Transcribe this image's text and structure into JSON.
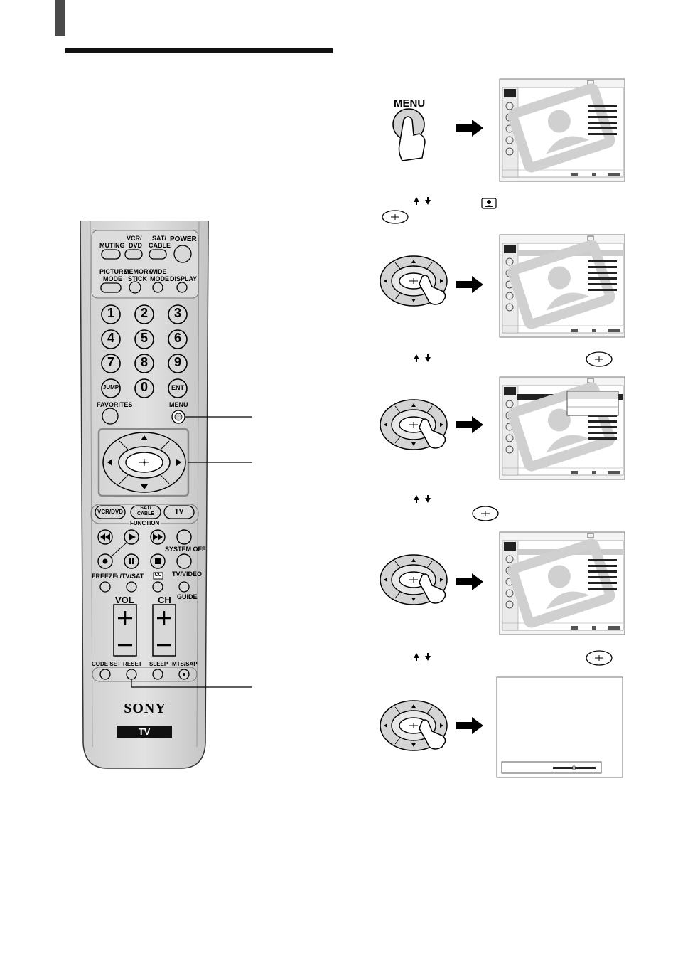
{
  "remote": {
    "brand": "SONY",
    "tv_badge": "TV",
    "buttons": {
      "muting": "MUTING",
      "vcr_dvd_top_1": "VCR/",
      "vcr_dvd_top_2": "DVD",
      "sat_cable_top_1": "SAT/",
      "sat_cable_top_2": "CABLE",
      "power": "POWER",
      "picture_mode_1": "PICTURE",
      "picture_mode_2": "MODE",
      "memory_stick_1": "MEMORY",
      "memory_stick_2": "STICK",
      "wide_mode_1": "WIDE",
      "wide_mode_2": "MODE",
      "display": "DISPLAY",
      "digits": [
        "1",
        "2",
        "3",
        "4",
        "5",
        "6",
        "7",
        "8",
        "9"
      ],
      "jump": "JUMP",
      "zero": "0",
      "ent": "ENT",
      "favorites": "FAVORITES",
      "menu": "MENU",
      "func_vcr_dvd": "VCR/DVD",
      "func_sat_cable_1": "SAT/",
      "func_sat_cable_2": "CABLE",
      "func_tv": "TV",
      "function_label": "FUNCTION",
      "system_off": "SYSTEM OFF",
      "freeze": "FREEZE",
      "tv_sat": "/TV/SAT",
      "cc": "CC",
      "tv_video": "TV/VIDEO",
      "guide": "GUIDE",
      "vol": "VOL",
      "ch": "CH",
      "code_set": "CODE SET",
      "reset": "RESET",
      "sleep": "SLEEP",
      "mts_sap": "MTS/SAP"
    }
  },
  "steps": {
    "menu_button_label": "MENU"
  }
}
